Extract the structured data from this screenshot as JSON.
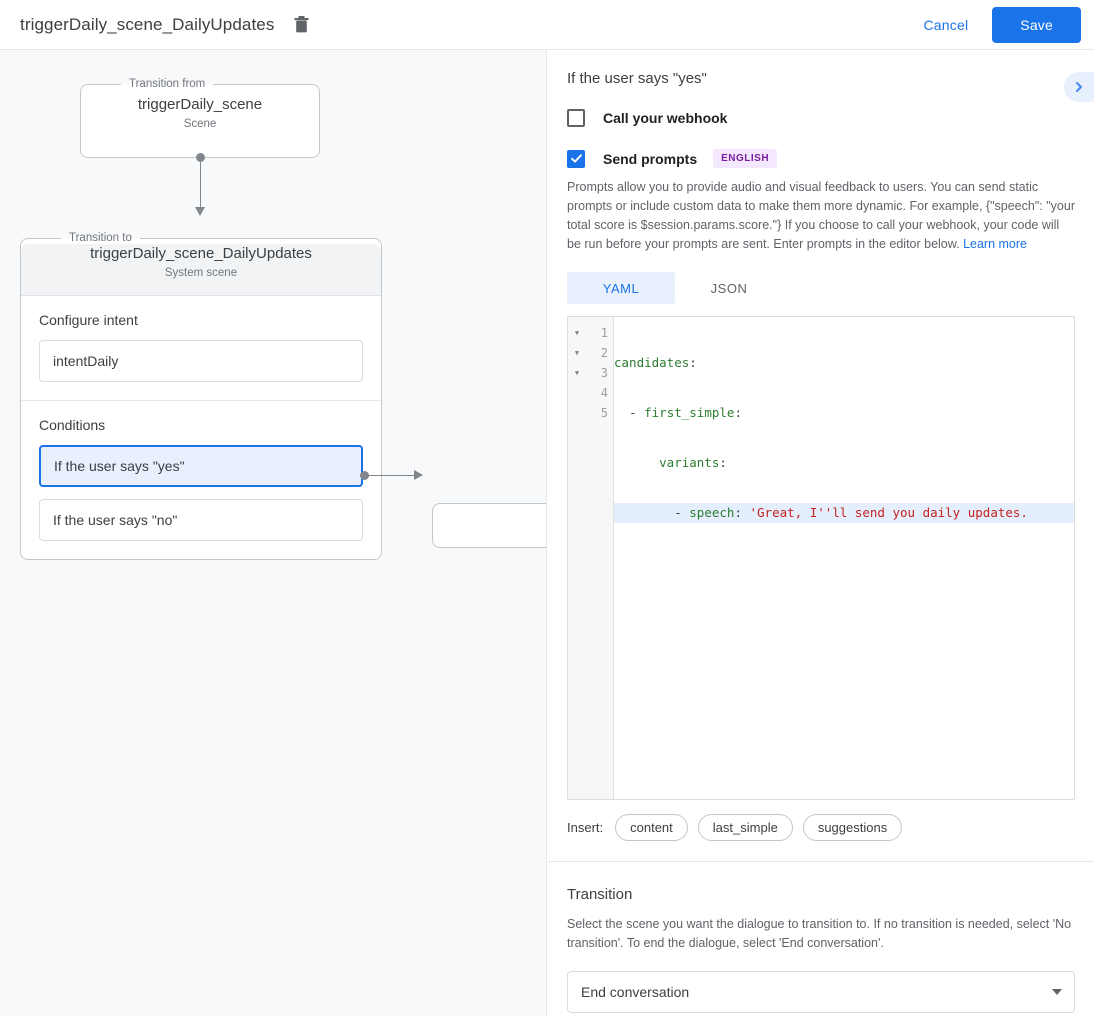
{
  "header": {
    "title": "triggerDaily_scene_DailyUpdates",
    "delete_icon": "trash-icon",
    "cancel_label": "Cancel",
    "save_label": "Save"
  },
  "canvas": {
    "from_legend": "Transition from",
    "from_title": "triggerDaily_scene",
    "from_subtitle": "Scene",
    "to_legend": "Transition to",
    "to_title": "triggerDaily_scene_DailyUpdates",
    "to_subtitle": "System scene",
    "intent_label": "Configure intent",
    "intent_value": "intentDaily",
    "conditions_label": "Conditions",
    "conditions": [
      {
        "label": "If the user says \"yes\"",
        "selected": true
      },
      {
        "label": "If the user says \"no\"",
        "selected": false
      }
    ]
  },
  "panel": {
    "title": "If the user says \"yes\"",
    "expand_icon": "chevron-right-icon",
    "webhook": {
      "label": "Call your webhook",
      "checked": false
    },
    "prompts": {
      "label": "Send prompts",
      "checked": true,
      "language_badge": "ENGLISH",
      "help_text": "Prompts allow you to provide audio and visual feedback to users. You can send static prompts or include custom data to make them more dynamic. For example, {\"speech\": \"your total score is $session.params.score.\"} If you choose to call your webhook, your code will be run before your prompts are sent. Enter prompts in the editor below.",
      "help_link": "Learn more"
    },
    "editor": {
      "tabs": [
        {
          "label": "YAML",
          "active": true
        },
        {
          "label": "JSON",
          "active": false
        }
      ],
      "lines": [
        {
          "num": "1",
          "fold": true,
          "highlight": false,
          "key": "candidates",
          "indent": "",
          "dash": "",
          "value": ""
        },
        {
          "num": "2",
          "fold": true,
          "highlight": false,
          "key": "first_simple",
          "indent": "  ",
          "dash": "- ",
          "value": ""
        },
        {
          "num": "3",
          "fold": true,
          "highlight": false,
          "key": "variants",
          "indent": "      ",
          "dash": "",
          "value": ""
        },
        {
          "num": "4",
          "fold": false,
          "highlight": true,
          "key": "speech",
          "indent": "        ",
          "dash": "- ",
          "value": " 'Great, I''ll send you daily updates."
        },
        {
          "num": "5",
          "fold": false,
          "highlight": false,
          "key": "",
          "indent": "",
          "dash": "",
          "value": ""
        }
      ]
    },
    "insert": {
      "label": "Insert:",
      "chips": [
        "content",
        "last_simple",
        "suggestions"
      ]
    },
    "transition": {
      "title": "Transition",
      "description": "Select the scene you want the dialogue to transition to. If no transition is needed, select 'No transition'. To end the dialogue, select 'End conversation'.",
      "selected": "End conversation"
    }
  },
  "colors": {
    "accent": "#1a73e8",
    "selected_fill": "#e8f0fe",
    "badge_bg": "#f3e8fd",
    "badge_fg": "#7b1fa2",
    "yaml_key": "#2e7d32",
    "yaml_string": "#c5221f"
  }
}
